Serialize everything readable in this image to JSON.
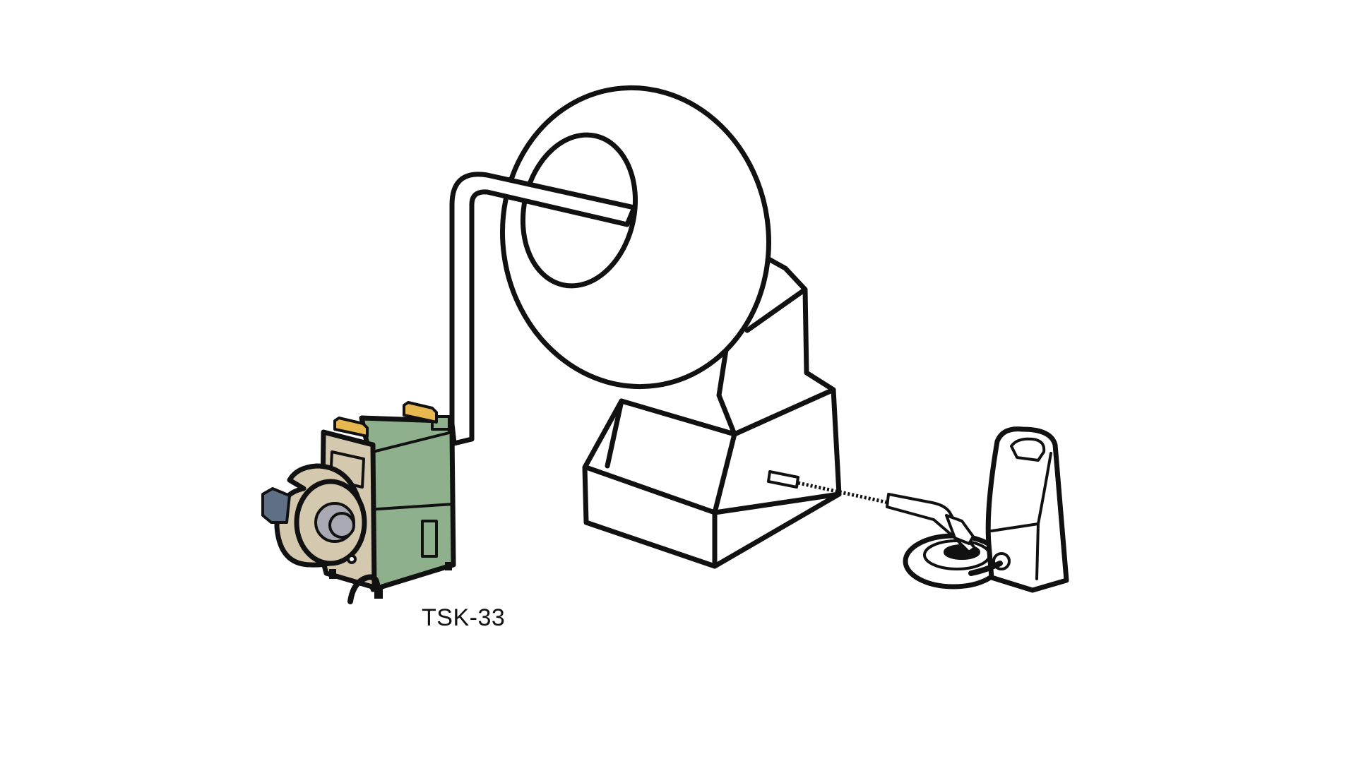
{
  "labels": {
    "blower_model": "TSK-33"
  },
  "colors": {
    "background": "#ffffff",
    "outline": "#111111",
    "blower_body": "#8fb08c",
    "blower_housing": "#d4c9ae",
    "blower_handle": "#e8b850",
    "blower_motor": "#5e6f86",
    "blower_hub": "#a9a9b4",
    "washer_body": "#ffffff"
  },
  "icons": {
    "blower": "tsk-33-blower-illustration",
    "drum": "coating-pan-drum-illustration",
    "washer": "high-pressure-washer-illustration"
  }
}
